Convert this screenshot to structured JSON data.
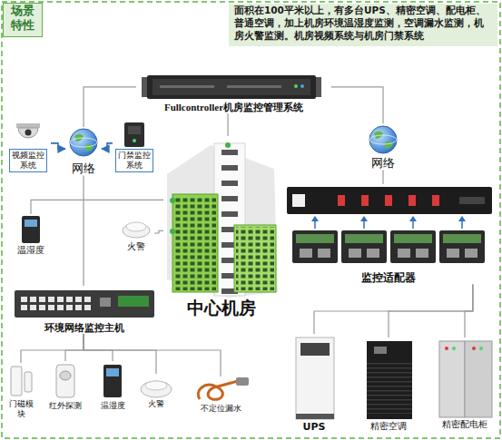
{
  "diagram": {
    "nodes": [
      {
        "text": [
          "场景特性"
        ]
      },
      {
        "text": [
          "面积在100平米以上，有多台UPS、精密空调、配电柜、普通空调，加上机房环境温湿度监测，空调漏水监测，机房火警监测。机房视频系统与机房门禁系统"
        ]
      },
      {
        "text": [
          "Fullcontroller机房监控管理系统"
        ]
      },
      {
        "text": [
          "视频监控系统"
        ]
      },
      {
        "text": [
          "网络"
        ]
      },
      {
        "text": [
          "门禁监控系统"
        ]
      },
      {
        "text": [
          "网络"
        ]
      },
      {
        "text": [
          "监控适配器"
        ]
      },
      {
        "text": [
          "温湿度"
        ]
      },
      {
        "text": [
          "火警"
        ]
      },
      {
        "text": [
          "中心机房"
        ]
      },
      {
        "text": [
          "环境网络监控主机"
        ]
      },
      {
        "text": [
          "门磁模块"
        ]
      },
      {
        "text": [
          "红外探测"
        ]
      },
      {
        "text": [
          "温湿度"
        ]
      },
      {
        "text": [
          "火警"
        ]
      },
      {
        "text": [
          "不定位漏水"
        ]
      },
      {
        "text": [
          "UPS"
        ]
      },
      {
        "text": [
          "精密空调"
        ]
      },
      {
        "text": [
          "精密配电柜"
        ]
      }
    ],
    "edges": [
      {
        "from": 2,
        "to": 4,
        "arrow": "none"
      },
      {
        "from": 2,
        "to": 6,
        "arrow": "none"
      },
      {
        "from": 2,
        "to": 10,
        "arrow": "none"
      },
      {
        "from": 3,
        "to": 4,
        "arrow": "to"
      },
      {
        "from": 5,
        "to": 4,
        "arrow": "to"
      },
      {
        "from": 4,
        "to": 11,
        "arrow": "none"
      },
      {
        "from": 6,
        "to": 7,
        "arrow": "none"
      },
      {
        "from": 8,
        "to": 10,
        "arrow": "none"
      },
      {
        "from": 9,
        "to": 10,
        "arrow": "none"
      },
      {
        "from": 12,
        "to": 11,
        "arrow": "none"
      },
      {
        "from": 13,
        "to": 11,
        "arrow": "none"
      },
      {
        "from": 14,
        "to": 11,
        "arrow": "none"
      },
      {
        "from": 15,
        "to": 11,
        "arrow": "none"
      },
      {
        "from": 16,
        "to": 11,
        "arrow": "none"
      },
      {
        "from": 17,
        "to": 7,
        "arrow": "none"
      },
      {
        "from": 18,
        "to": 7,
        "arrow": "none"
      },
      {
        "from": 19,
        "to": 7,
        "arrow": "none"
      }
    ]
  }
}
